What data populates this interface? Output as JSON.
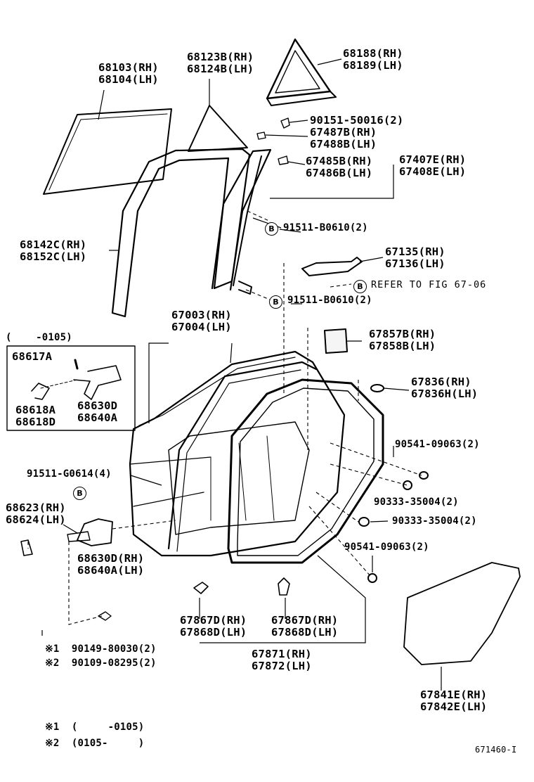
{
  "callouts": {
    "c68103": [
      "68103(RH)",
      "68104(LH)"
    ],
    "c68123": [
      "68123B(RH)",
      "68124B(LH)"
    ],
    "c68188": [
      "68188(RH)",
      "68189(LH)"
    ],
    "c90151": [
      "90151-50016(2)"
    ],
    "c67487": [
      "67487B(RH)",
      "67488B(LH)"
    ],
    "c67485": [
      "67485B(RH)",
      "67486B(LH)"
    ],
    "c67407": [
      "67407E(RH)",
      "67408E(LH)"
    ],
    "c91511a": [
      "91511-B0610(2)"
    ],
    "c68142": [
      "68142C(RH)",
      "68152C(LH)"
    ],
    "c67135": [
      "67135(RH)",
      "67136(LH)"
    ],
    "cref": [
      "REFER TO FIG 67-06"
    ],
    "c91511b": [
      "91511-B0610(2)"
    ],
    "c67003": [
      "67003(RH)",
      "67004(LH)"
    ],
    "c67857": [
      "67857B(RH)",
      "67858B(LH)"
    ],
    "cbox": [
      "(    -0105)"
    ],
    "c68617": [
      "68617A"
    ],
    "c68618": [
      "68618A",
      "68618D"
    ],
    "c68630b": [
      "68630D",
      "68640A"
    ],
    "c67836": [
      "67836(RH)",
      "67836H(LH)"
    ],
    "c90541a": [
      "90541-09063(2)"
    ],
    "c91511g": [
      "91511-G0614(4)"
    ],
    "c90333a": [
      "90333-35004(2)"
    ],
    "c68623": [
      "68623(RH)",
      "68624(LH)"
    ],
    "c90333b": [
      "90333-35004(2)"
    ],
    "c90541b": [
      "90541-09063(2)"
    ],
    "c68630": [
      "68630D(RH)",
      "68640A(LH)"
    ],
    "c67867a": [
      "67867D(RH)",
      "67868D(LH)"
    ],
    "c67867b": [
      "67867D(RH)",
      "67868D(LH)"
    ],
    "c67871": [
      "67871(RH)",
      "67872(LH)"
    ],
    "c90149": [
      "※1  90149-80030(2)"
    ],
    "c90109": [
      "※2  90109-08295(2)"
    ],
    "c67841": [
      "67841E(RH)",
      "67842E(LH)"
    ],
    "note1": [
      "※1  (     -0105)"
    ],
    "note2": [
      "※2  (0105-     )"
    ],
    "figno": [
      "671460-I"
    ]
  },
  "circle_marker": "B"
}
